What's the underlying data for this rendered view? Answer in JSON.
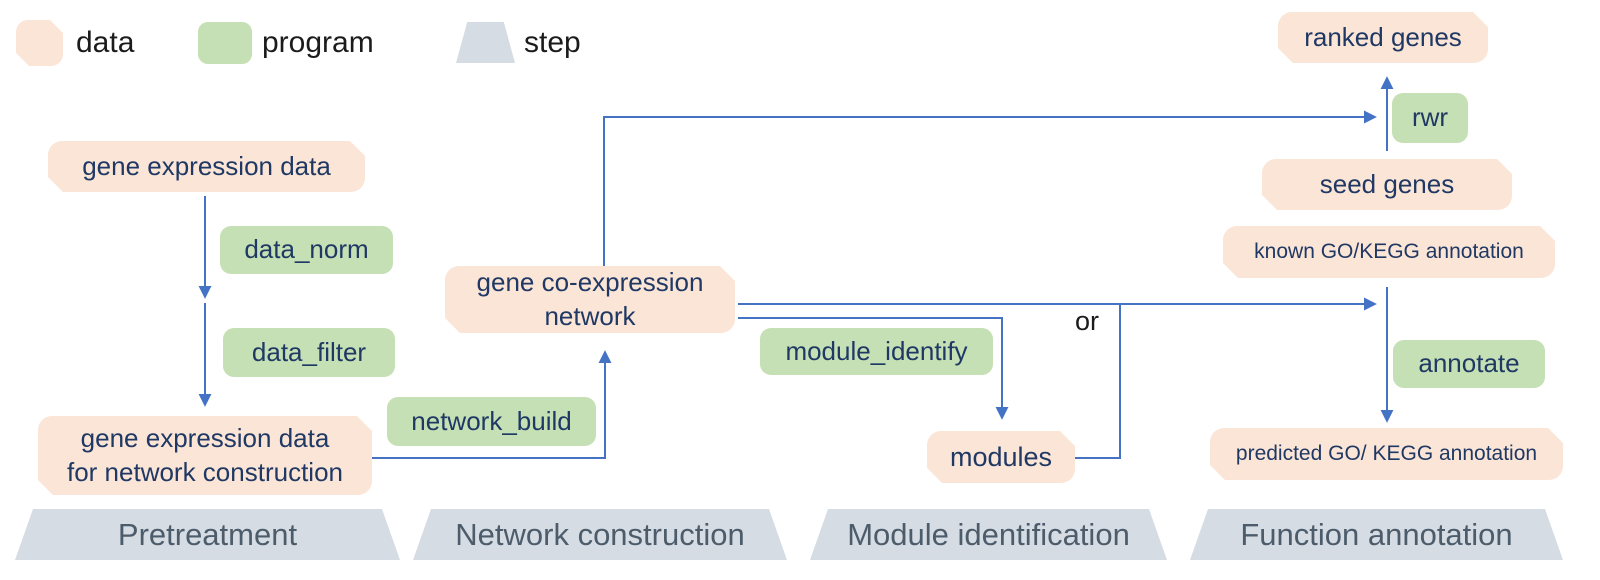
{
  "legend": {
    "data_label": "data",
    "program_label": "program",
    "step_label": "step"
  },
  "nodes": {
    "gene_expression_data": "gene expression data",
    "data_norm": "data_norm",
    "data_filter": "data_filter",
    "gene_expression_data_for_network": "gene expression data\nfor network construction",
    "network_build": "network_build",
    "gene_coexpression_network": "gene co-expression\nnetwork",
    "module_identify": "module_identify",
    "modules": "modules",
    "rwr": "rwr",
    "ranked_genes": "ranked genes",
    "seed_genes": "seed genes",
    "known_go_kegg_annotation": "known GO/KEGG annotation",
    "annotate": "annotate",
    "predicted_go_kegg_annotation": "predicted GO/ KEGG annotation"
  },
  "connectors": {
    "or_label": "or"
  },
  "steps": [
    {
      "label": "Pretreatment"
    },
    {
      "label": "Network construction"
    },
    {
      "label": "Module identification"
    },
    {
      "label": "Function annotation"
    }
  ],
  "colors": {
    "data_fill": "#fbe5d6",
    "program_fill": "#c5e0b4",
    "step_fill": "#d6dce4",
    "arrow": "#4472c4",
    "node_text": "#1f3864",
    "step_text": "#4d5c6b",
    "label_text": "#1b1b1b"
  }
}
